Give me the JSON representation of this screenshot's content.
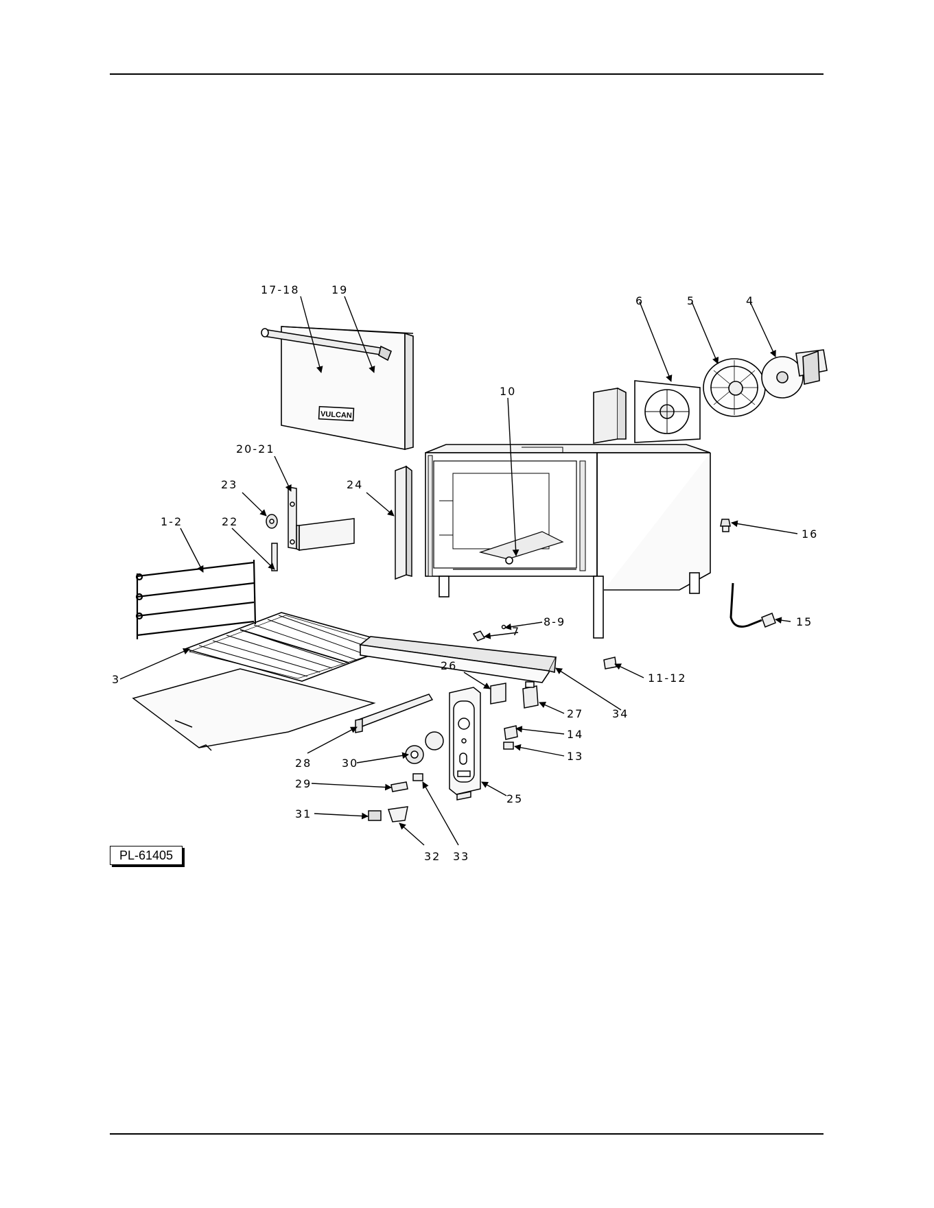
{
  "drawing_ref": "PL-61405",
  "callouts": {
    "c1718": "17-18",
    "c19": "19",
    "c6": "6",
    "c5": "5",
    "c4": "4",
    "c10": "10",
    "c2021": "20-21",
    "c23": "23",
    "c24": "24",
    "c12": "1-2",
    "c22": "22",
    "c16": "16",
    "c89": "8-9",
    "c7": "7",
    "c15": "15",
    "c3": "3",
    "c1112": "11-12",
    "c26": "26",
    "c27": "27",
    "c34": "34",
    "c14": "14",
    "c13": "13",
    "c28": "28",
    "c30": "30",
    "c29": "29",
    "c25": "25",
    "c31": "31",
    "c32": "32",
    "c33": "33"
  },
  "door_badge": "VULCAN"
}
